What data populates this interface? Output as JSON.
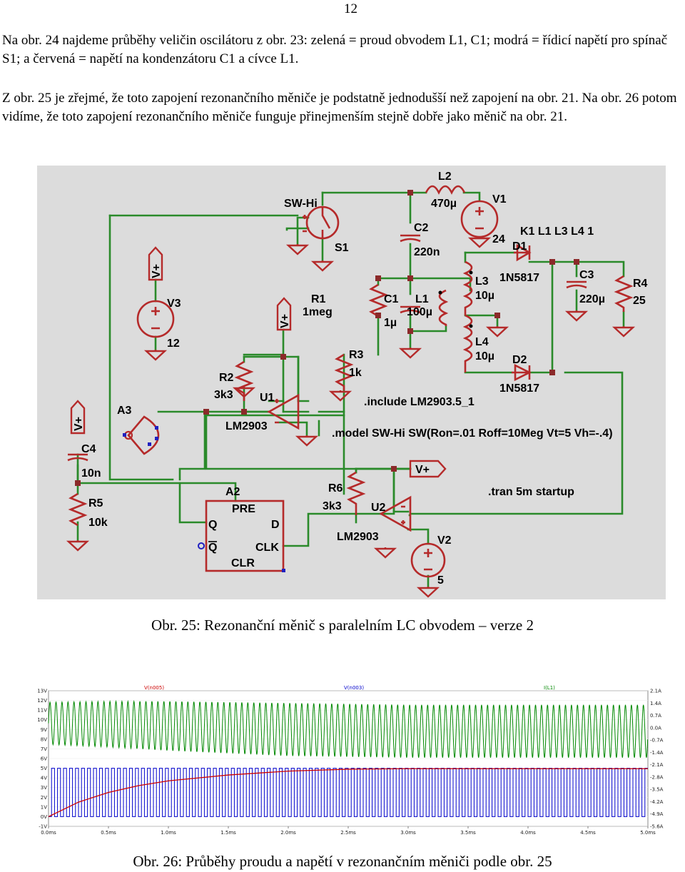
{
  "page": {
    "number": "12",
    "paragraph1": "Na obr. 24 najdeme průběhy veličin oscilátoru z obr. 23: zelená = proud obvodem L1, C1; modrá = řídicí napětí pro spínač S1; a červená = napětí na kondenzátoru C1 a cívce L1.",
    "paragraph2": "Z obr. 25 je zřejmé, že toto zapojení rezonančního měniče je podstatně jednodušší než zapojení na obr. 21. Na obr. 26 potom vidíme, že toto zapojení rezonančního měniče funguje přinejmenším stejně dobře jako měnič na obr. 21.",
    "caption1": "Obr. 25: Rezonanční měnič s paralelním LC obvodem – verze 2",
    "caption2": "Obr. 26: Průběhy proudu a napětí v rezonančním měniči podle obr. 25"
  },
  "schematic": {
    "colors": {
      "background": "#dcdcdc",
      "wire": "#2a8a2a",
      "component": "#b52a2a",
      "junction": "#8b2a2a",
      "pin": "#2020c0"
    },
    "labels": {
      "l2": "L2",
      "l2_val": "470µ",
      "v1": "V1",
      "v1_val": "24",
      "swhi": "SW-Hi",
      "s1": "S1",
      "c2": "C2",
      "c2_val": "220n",
      "k1": "K1 L1 L3 L4 1",
      "d1": "D1",
      "d1_val": "1N5817",
      "d2": "D2",
      "d2_val": "1N5817",
      "c3": "C3",
      "c3_val": "220µ",
      "r4": "R4",
      "r4_val": "25",
      "l3": "L3",
      "l3_val": "10µ",
      "l4": "L4",
      "l4_val": "10µ",
      "r1": "R1",
      "r1_val": "1meg",
      "c1": "C1",
      "c1_val": "1µ",
      "l1": "L1",
      "l1_val": "100µ",
      "r3": "R3",
      "r3_val": "1k",
      "vplus": "V+",
      "v3": "V3",
      "v3_val": "12",
      "r2": "R2",
      "r2_val": "3k3",
      "u1": "U1",
      "u1_model": "LM2903",
      "a3": "A3",
      "c4": "C4",
      "c4_val": "10n",
      "r5": "R5",
      "r5_val": "10k",
      "a2": "A2",
      "pre": "PRE",
      "q": "Q",
      "d": "D",
      "qbar": "Q",
      "clk": "CLK",
      "clr": "CLR",
      "r6": "R6",
      "r6_val": "3k3",
      "u2": "U2",
      "u2_model": "LM2903",
      "v2": "V2",
      "v2_val": "5",
      "directive_include": ".include LM2903.5_1",
      "directive_model": ".model SW-Hi SW(Ron=.01 Roff=10Meg Vt=5 Vh=-.4)",
      "directive_tran": ".tran 5m startup"
    }
  },
  "chart_data": {
    "type": "line",
    "title": "",
    "legend": [
      {
        "name": "V(n005)",
        "color": "#cc0000"
      },
      {
        "name": "V(n003)",
        "color": "#0000cc"
      },
      {
        "name": "I(L1)",
        "color": "#008800"
      }
    ],
    "x_ticks": [
      "0.0ms",
      "0.5ms",
      "1.0ms",
      "1.5ms",
      "2.0ms",
      "2.5ms",
      "3.0ms",
      "3.5ms",
      "4.0ms",
      "4.5ms",
      "5.0ms"
    ],
    "y_left_ticks": [
      "13V",
      "12V",
      "11V",
      "10V",
      "9V",
      "8V",
      "7V",
      "6V",
      "5V",
      "4V",
      "3V",
      "2V",
      "1V",
      "0V",
      "-1V"
    ],
    "y_right_ticks": [
      "2.1A",
      "1.4A",
      "0.7A",
      "0.0A",
      "-0.7A",
      "-1.4A",
      "-2.1A",
      "-2.8A",
      "-3.5A",
      "-4.2A",
      "-4.9A",
      "-5.6A"
    ],
    "xlim": [
      0,
      5
    ],
    "ylim_left": [
      -1,
      13
    ],
    "ylim_right": [
      -5.6,
      2.1
    ],
    "series": [
      {
        "name": "V(n005)",
        "axis": "left",
        "x": [
          0,
          0.1,
          0.25,
          0.5,
          0.75,
          1.0,
          1.5,
          2.0,
          2.5,
          3.0,
          3.5,
          4.0,
          4.5,
          5.0
        ],
        "values": [
          0,
          0.6,
          1.5,
          2.5,
          3.2,
          3.7,
          4.3,
          4.7,
          4.9,
          4.95,
          4.95,
          4.95,
          4.95,
          4.95
        ]
      },
      {
        "name": "V(n003)",
        "axis": "left",
        "x": [
          0,
          0.5,
          1.0,
          2.0,
          2.5,
          3.0,
          4.0,
          5.0
        ],
        "values": [
          0,
          0,
          0,
          0,
          0,
          0,
          0,
          0
        ],
        "high": 5,
        "period_ms": 0.05,
        "description": "square wave 0–5 V"
      },
      {
        "name": "I(L1)",
        "axis": "right",
        "x": [
          0,
          0.5,
          1.0,
          1.5,
          2.0,
          2.5,
          3.0,
          3.5,
          4.0,
          4.5,
          5.0
        ],
        "amplitude": [
          1.2,
          1.3,
          1.4,
          1.45,
          1.5,
          1.5,
          1.5,
          1.5,
          1.5,
          1.5,
          1.5
        ],
        "center": [
          0.25,
          0.2,
          0.1,
          0.0,
          -0.1,
          -0.15,
          -0.2,
          -0.2,
          -0.2,
          -0.2,
          -0.2
        ],
        "period_ms": 0.05
      }
    ]
  }
}
